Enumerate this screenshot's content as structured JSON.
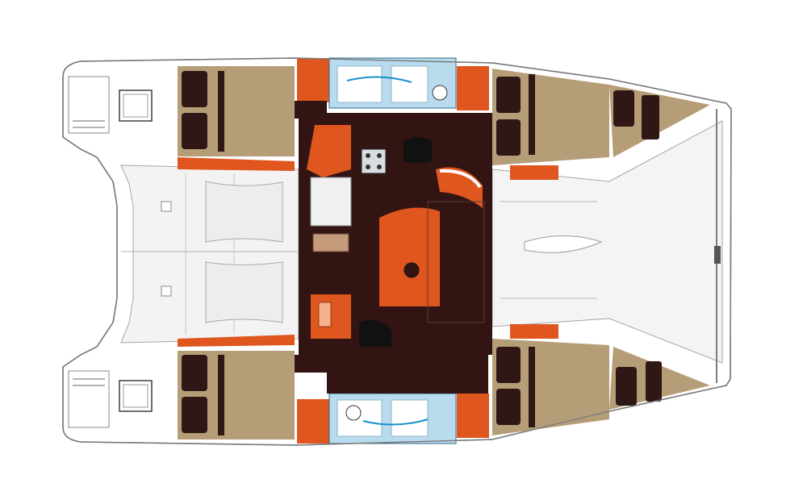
{
  "diagram": {
    "type": "catamaran-layout-plan",
    "view": "top-down",
    "hulls": 2,
    "cabins": 4,
    "heads": 2,
    "colors": {
      "background": "#ffffff",
      "hull_outline": "#8a8a8a",
      "deck_shade": "#e6e6e6",
      "bed": "#b59d78",
      "bed_dark": "#2e1714",
      "interior": "#321512",
      "accent": "#e0561f",
      "head_blue": "#b9dbee",
      "net": "#f4f4f4",
      "galley_counter": "#c49a7a"
    },
    "spaces": [
      {
        "id": "cabin-aft-port"
      },
      {
        "id": "cabin-fwd-port"
      },
      {
        "id": "cabin-aft-starboard"
      },
      {
        "id": "cabin-fwd-starboard"
      },
      {
        "id": "head-port"
      },
      {
        "id": "head-starboard"
      },
      {
        "id": "saloon"
      },
      {
        "id": "galley"
      },
      {
        "id": "chart-table"
      },
      {
        "id": "cockpit"
      },
      {
        "id": "forward-trampoline"
      },
      {
        "id": "bow-locker-port"
      },
      {
        "id": "bow-locker-starboard"
      }
    ]
  }
}
